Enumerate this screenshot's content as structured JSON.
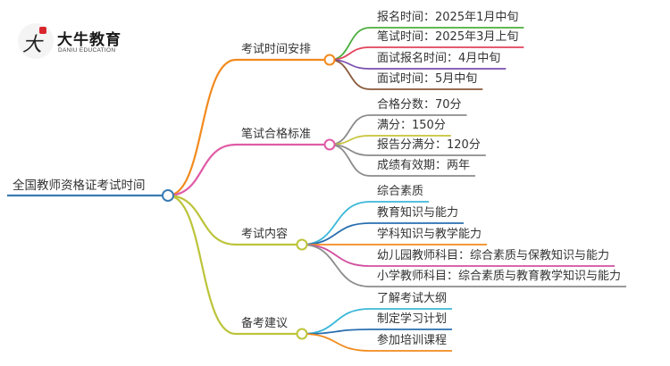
{
  "logo": {
    "name": "大牛教育",
    "subtitle": "DANIU EDUCATION"
  },
  "root": {
    "label": "全国教师资格证考试时间",
    "color": "#3a7bb3"
  },
  "branches": [
    {
      "label": "考试时间安排",
      "color": "#f28a1d",
      "children": [
        {
          "label": "报名时间：2025年1月中旬",
          "color": "#4cae3f"
        },
        {
          "label": "笔试时间：2025年3月上旬",
          "color": "#e2435b"
        },
        {
          "label": "面试报名时间：4月中旬",
          "color": "#7a4fb0"
        },
        {
          "label": "面试时间：5月中旬",
          "color": "#8a5a3c"
        }
      ]
    },
    {
      "label": "笔试合格标准",
      "color": "#e05aa6",
      "children": [
        {
          "label": "合格分数：70分",
          "color": "#8c8c8c"
        },
        {
          "label": "满分：150分",
          "color": "#c6c33a"
        },
        {
          "label": "报告分满分：120分",
          "color": "#8c8c8c"
        },
        {
          "label": "成绩有效期：两年",
          "color": "#8c8c8c"
        }
      ]
    },
    {
      "label": "考试内容",
      "color": "#bcc43a",
      "children": [
        {
          "label": "综合素质",
          "color": "#3bb8d8"
        },
        {
          "label": "教育知识与能力",
          "color": "#2a6fb0"
        },
        {
          "label": "学科知识与教学能力",
          "color": "#f28a1d"
        },
        {
          "label": "幼儿园教师科目：综合素质与保教知识与能力",
          "color": "#d24fa0"
        },
        {
          "label": "小学教师科目：综合素质与教育教学知识与能力",
          "color": "#8c8c8c"
        }
      ]
    },
    {
      "label": "备考建议",
      "color": "#bcc43a",
      "children": [
        {
          "label": "了解考试大纲",
          "color": "#3bb8d8"
        },
        {
          "label": "制定学习计划",
          "color": "#2a6fb0"
        },
        {
          "label": "参加培训课程",
          "color": "#f28a1d"
        }
      ]
    }
  ]
}
